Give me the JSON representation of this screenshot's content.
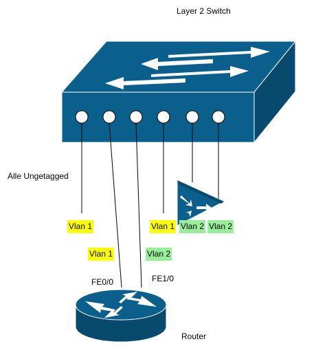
{
  "switch_label": "Layer 2 Switch",
  "router_label": "Router",
  "untagged_note": "Alle Ungetagged",
  "interfaces": {
    "fe00": "FE0/0",
    "fe10": "FE1/0"
  },
  "vlan_tags": [
    {
      "text": "Vlan 1",
      "color": "#ffff00"
    },
    {
      "text": "Vlan 1",
      "color": "#ffff00"
    },
    {
      "text": "Vlan 2",
      "color": "#99ee99"
    },
    {
      "text": "Vlan 2",
      "color": "#99ee99"
    },
    {
      "text": "Vlan 1",
      "color": "#ffff00"
    },
    {
      "text": "Vlan 2",
      "color": "#99ee99"
    }
  ],
  "colors": {
    "device_blue": "#0a5f8c",
    "device_dark": "#074a6e"
  },
  "icons": {
    "switch": "switch-icon",
    "router": "router-icon",
    "access_point": "access-point-icon"
  }
}
